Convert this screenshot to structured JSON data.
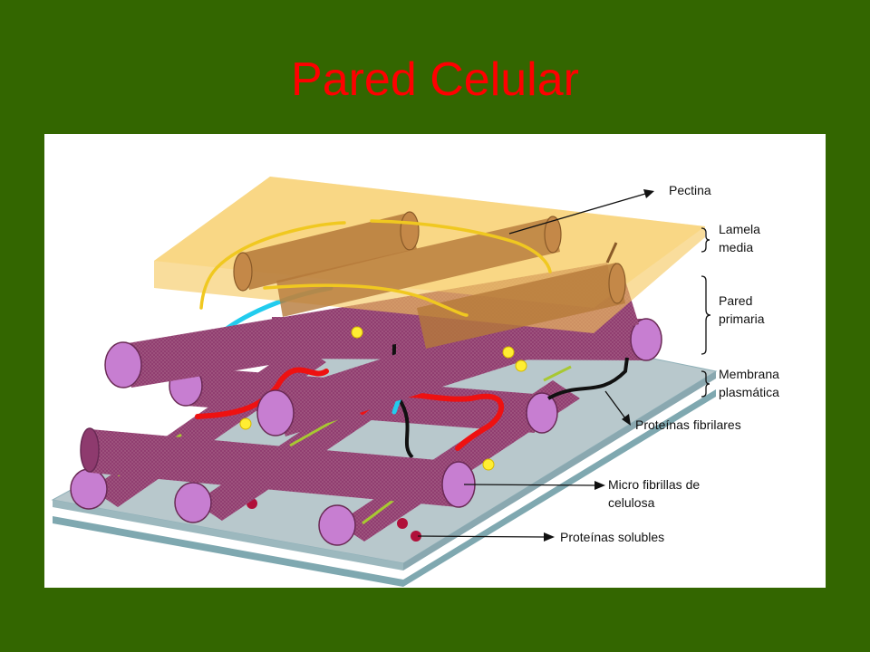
{
  "slide": {
    "title": "Pared Celular"
  },
  "diagram": {
    "labels": {
      "pectina": "Pectina",
      "lamela_1": "Lamela",
      "lamela_2": "media",
      "pared_1": "Pared",
      "pared_2": "primaria",
      "membrana_1": "Membrana",
      "membrana_2": "plasmática",
      "proteinas_fibrilares": "Proteínas fibrilares",
      "micro_1": "Micro fibrillas de",
      "micro_2": "celulosa",
      "proteinas_solubles": "Proteínas solubles"
    }
  },
  "colors": {
    "background": "#336600",
    "title": "#ff0000",
    "lamela": "#f5c75a",
    "pectin_fiber": "#b5793a",
    "microfibril": "#8e3a6e",
    "microfibril_end": "#c77ed1",
    "membrane": "#b8c8cc",
    "fibrillar_protein_black": "#111111",
    "fibrillar_protein_red": "#ee1111",
    "fibrillar_protein_cyan": "#22ccee",
    "soluble_protein": "#b0103a",
    "yellow_particle": "#ffee33"
  }
}
